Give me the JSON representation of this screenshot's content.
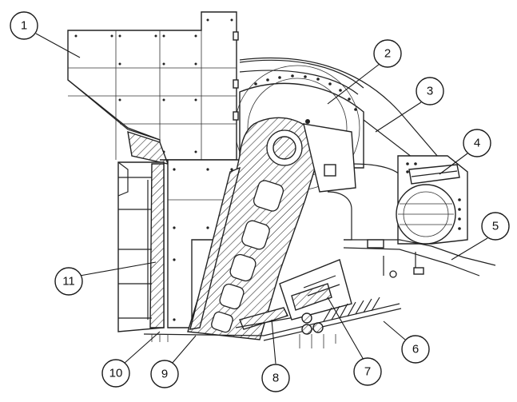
{
  "diagram": {
    "colors": {
      "line": "#1a1a1a",
      "hatch": "#222222",
      "background": "#ffffff"
    },
    "callouts": [
      {
        "id": "c1",
        "label": "1"
      },
      {
        "id": "c2",
        "label": "2"
      },
      {
        "id": "c3",
        "label": "3"
      },
      {
        "id": "c4",
        "label": "4"
      },
      {
        "id": "c5",
        "label": "5"
      },
      {
        "id": "c6",
        "label": "6"
      },
      {
        "id": "c7",
        "label": "7"
      },
      {
        "id": "c8",
        "label": "8"
      },
      {
        "id": "c9",
        "label": "9"
      },
      {
        "id": "c10",
        "label": "10"
      },
      {
        "id": "c11",
        "label": "11"
      }
    ]
  }
}
